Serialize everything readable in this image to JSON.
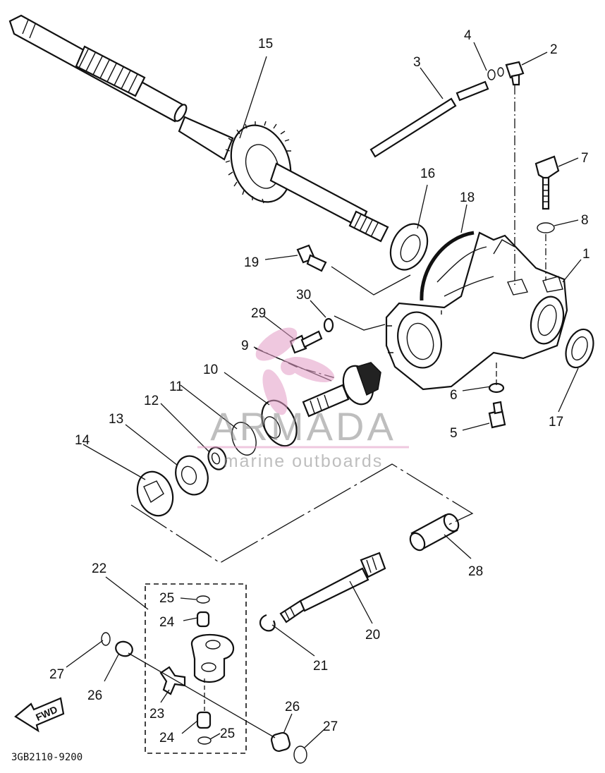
{
  "diagram": {
    "part_numbers": [
      "1",
      "2",
      "3",
      "4",
      "5",
      "6",
      "7",
      "8",
      "9",
      "10",
      "11",
      "12",
      "13",
      "14",
      "15",
      "16",
      "17",
      "18",
      "19",
      "20",
      "21",
      "22",
      "23",
      "24",
      "24",
      "25",
      "25",
      "26",
      "26",
      "27",
      "27",
      "28",
      "29",
      "30"
    ],
    "drawing_code": "3GB2110-9200",
    "fwd_label": "FWD"
  },
  "watermark": {
    "title": "ARMADA",
    "subtitle": "marine outboards",
    "color": "#e39cc6"
  },
  "colors": {
    "line": "#111111",
    "background": "#ffffff"
  }
}
